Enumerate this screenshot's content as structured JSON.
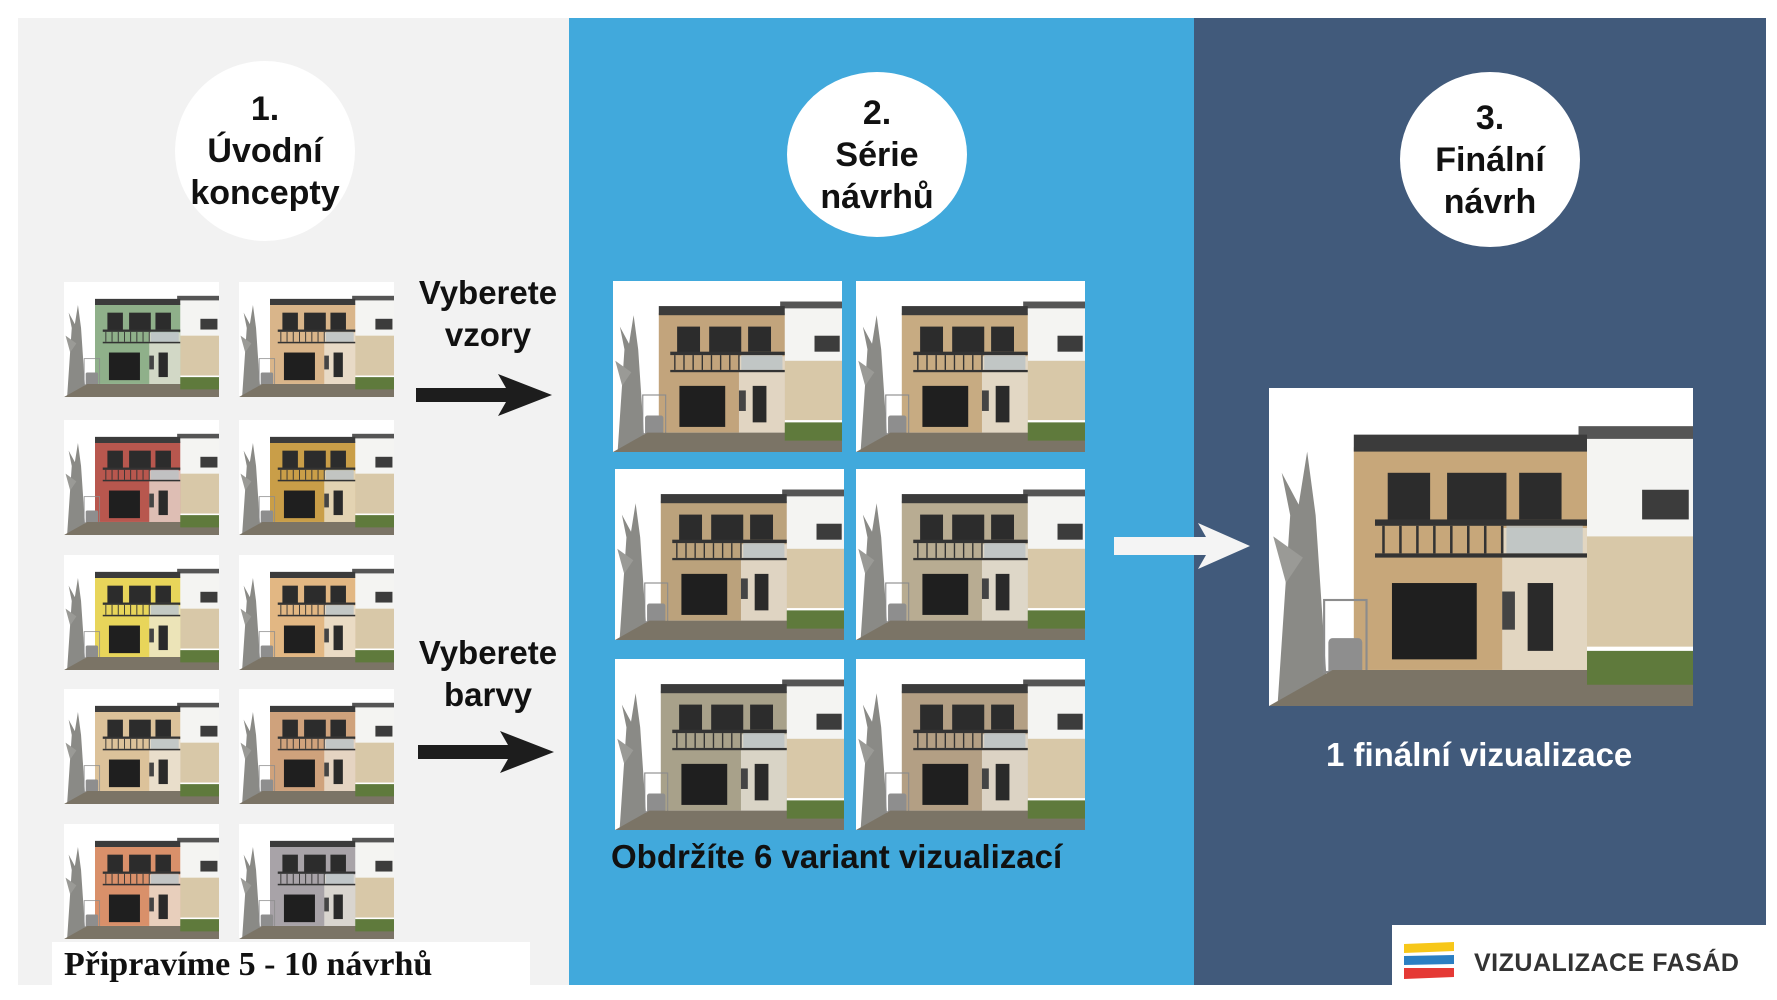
{
  "steps": [
    {
      "number": "1.",
      "line1": "Úvodní",
      "line2": "koncepty"
    },
    {
      "number": "2.",
      "line1": "Série",
      "line2": "návrhů"
    },
    {
      "number": "3.",
      "line1": "Finální",
      "line2": "návrh"
    }
  ],
  "arrows": [
    {
      "line1": "Vyberete",
      "line2": "vzory"
    },
    {
      "line1": "Vyberete",
      "line2": "barvy"
    }
  ],
  "captions": {
    "step1": "Připravíme 5 - 10 návrhů",
    "step2": "Obdržíte 6 variant vizualizací",
    "step3": "1 finální vizualizace"
  },
  "logo": {
    "text": "VIZUALIZACE FASÁD"
  },
  "concept_colors": [
    "#8fb08a",
    "#d9b58a",
    "#b8574e",
    "#c99e48",
    "#e8d55a",
    "#e2b783",
    "#dcc29a",
    "#cfa27c",
    "#d9906a",
    "#a8a3a8"
  ],
  "series_colors": [
    "#c2a47c",
    "#c7ab82",
    "#bba27c",
    "#b8ac92",
    "#a8a18a",
    "#b39f84"
  ],
  "final_color": "#c7a77a",
  "colors": {
    "panel1": "#f2f2f2",
    "panel2": "#41a9dc",
    "panel3": "#415a7b"
  }
}
